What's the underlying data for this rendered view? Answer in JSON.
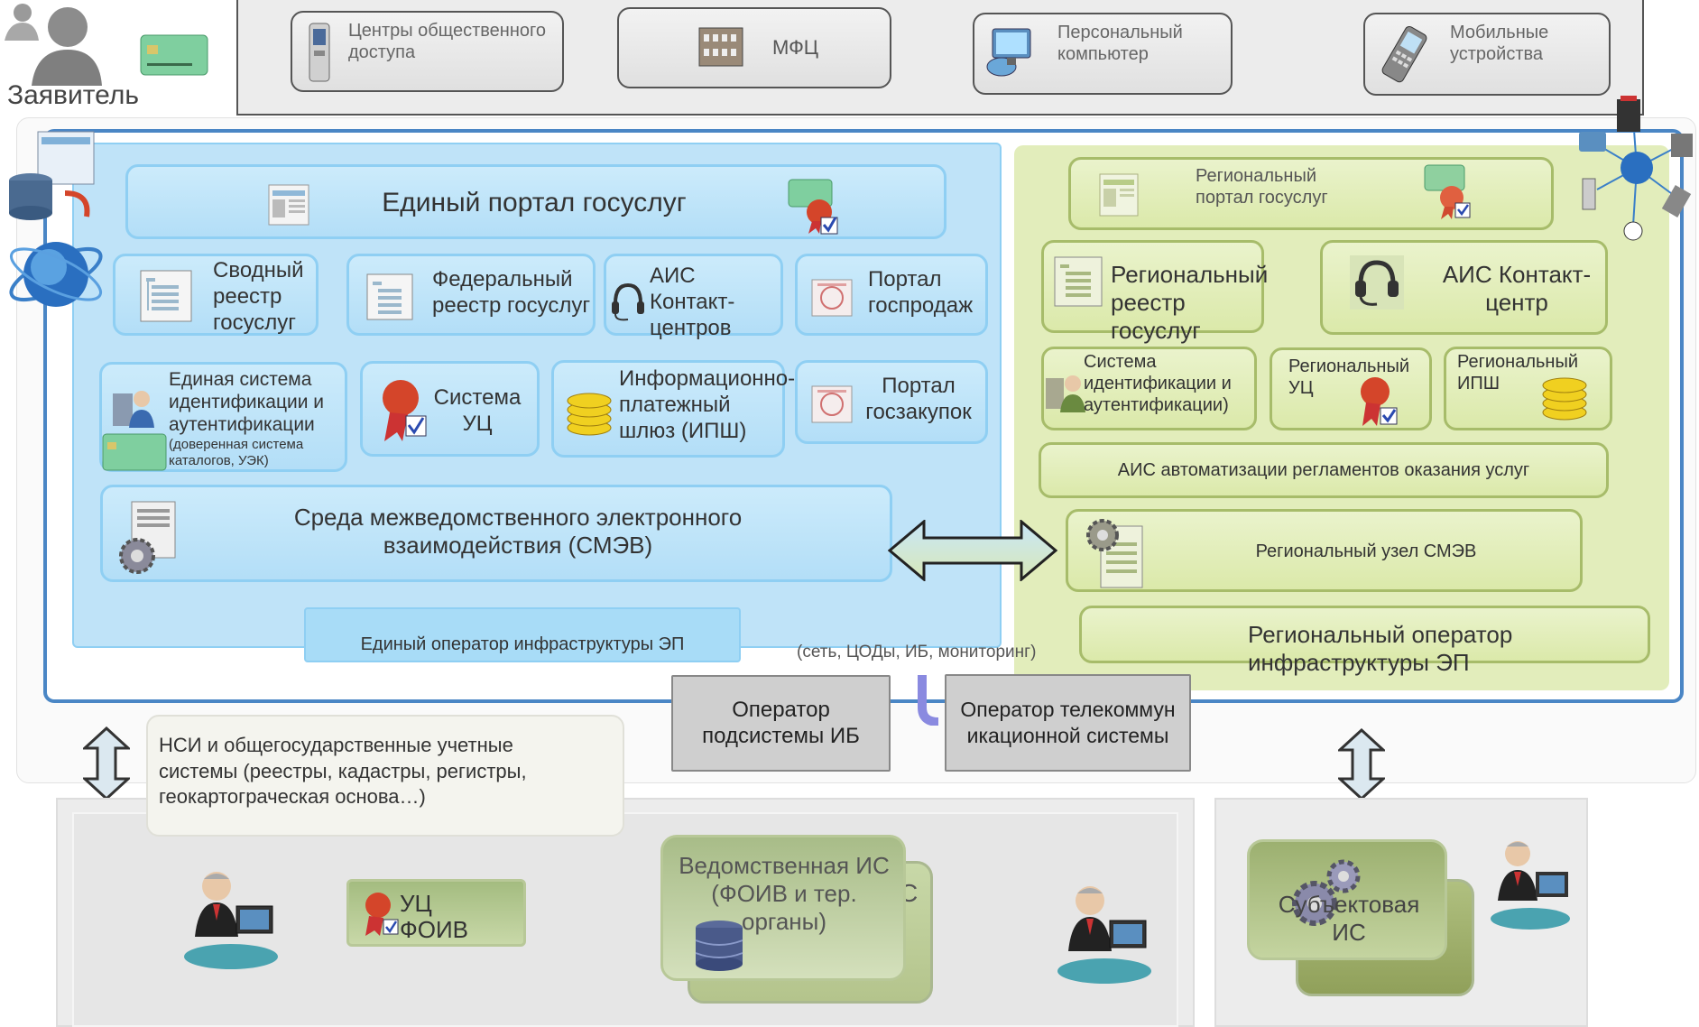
{
  "applicant": {
    "label": "Заявитель"
  },
  "access_channels": [
    {
      "label": "Центры общественного доступа",
      "icon": "kiosk-icon"
    },
    {
      "label": "МФЦ",
      "icon": "building-icon"
    },
    {
      "label": "Персональный компьютер",
      "icon": "computer-icon"
    },
    {
      "label": "Мобильные устройства",
      "icon": "mobile-phone-icon"
    }
  ],
  "federal": {
    "portal": "Единый портал госуслуг",
    "svodny": "Сводный реестр госуслуг",
    "fed_registry": "Федеральный реестр госуслуг",
    "ais_contact": "АИС Контакт-центров",
    "portal_prodazh": "Портал госпродаж",
    "esia": "Единая система идентификации и аутентификации",
    "esia_note": "(доверенная система каталогов, УЭК)",
    "uc": "Система УЦ",
    "ips": "Информационно-платежный шлюз (ИПШ)",
    "portal_zakupok": "Портал госзакупок",
    "smev": "Среда межведомственного электронного взаимодействия (СМЭВ)",
    "operator": "Единый оператор инфраструктуры ЭП"
  },
  "regional": {
    "portal": "Региональный портал госуслуг",
    "registry": "Региональный реестр госуслуг",
    "ais_contact": "АИС Контакт-центр",
    "ident": "Система идентификации и аутентификации)",
    "uc": "Региональный УЦ",
    "ips": "Региональный ИПШ",
    "ais_reglament": "АИС автоматизации регламентов оказания услуг",
    "smev_node": "Региональный узел СМЭВ",
    "operator": "Региональный оператор инфраструктуры ЭП"
  },
  "network_note": "(сеть, ЦОДы, ИБ, мониторинг)",
  "operators": {
    "ib": "Оператор подсистемы ИБ",
    "telecom": "Оператор телекоммуникационной системы"
  },
  "nsi_note": "НСИ и общегосударственные учетные системы (реестры, кадастры, регистры, геокартограческая основа…)",
  "bottom": {
    "uc_foiv": "УЦ ФОИВ",
    "vedomstv": "Ведомственная ИС (ФОИВ и тер. органы)",
    "vedomstv_back": "С",
    "subject_is": "Субъектовая ИС"
  },
  "colors": {
    "federal_fill": "#bfe3f8",
    "federal_border": "#8fcff3",
    "regional_fill": "#e2edbb",
    "regional_border": "#a7bc6a",
    "frame_border": "#4a86c5",
    "operator_fill": "#cfcfcf"
  }
}
